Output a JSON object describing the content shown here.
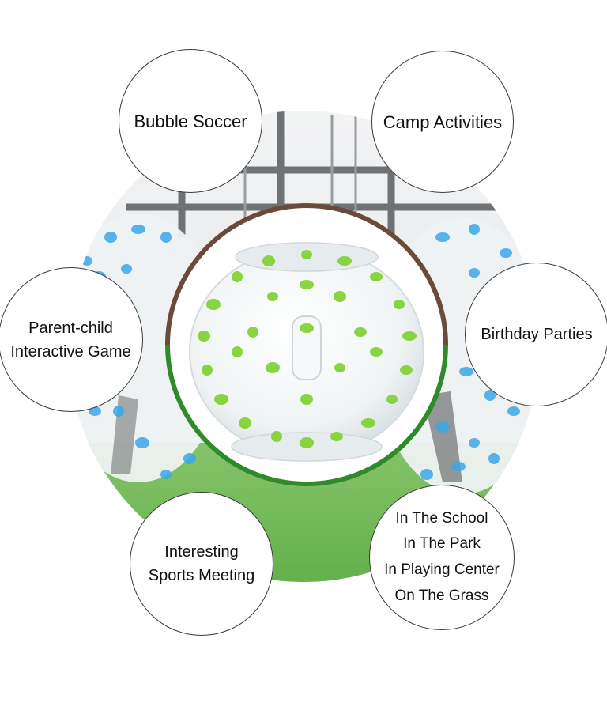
{
  "labels": {
    "bubble_soccer": "Bubble Soccer",
    "camp_activities": "Camp Activities",
    "parent_child_line1": "Parent-child",
    "parent_child_line2": "Interactive Game",
    "birthday_parties": "Birthday Parties",
    "sports_line1": "Interesting",
    "sports_line2": "Sports Meeting",
    "places": [
      "In The School",
      "In The Park",
      "In Playing Center",
      "On The Grass"
    ]
  },
  "colors": {
    "label_border": "#3a3a3a",
    "label_text": "#111111",
    "grass": "#5fae47",
    "dot_green": "#7cd02c",
    "dot_blue": "#3aa7e8",
    "fence": "#6f7275"
  }
}
